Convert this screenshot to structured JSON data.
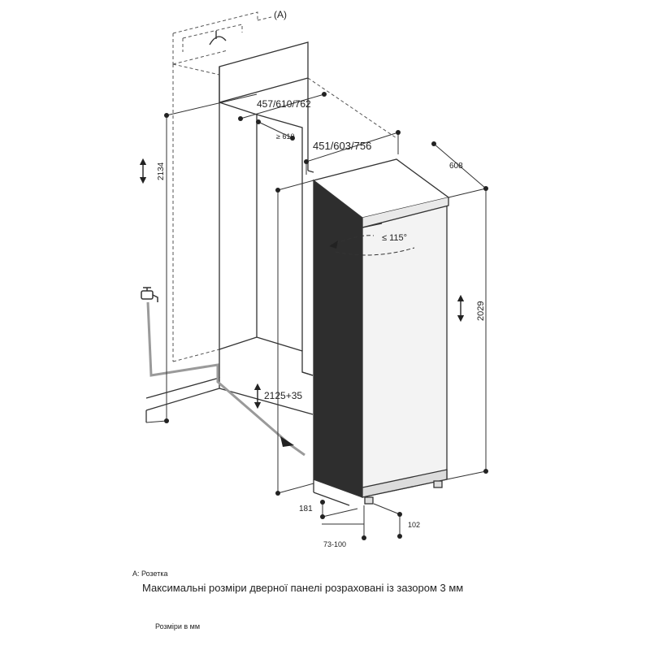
{
  "labels": {
    "socket_marker": "(A)",
    "angle": "≤ 115°"
  },
  "dimensions": {
    "niche_depth": "457/610/762",
    "min_depth": "≥ 610",
    "width": "451/603/756",
    "depth": "608",
    "niche_height": "2134",
    "height": "2029",
    "height_adj": "2125+35",
    "plinth_depth": "181",
    "plinth_height": "73-100",
    "plinth_setback": "102"
  },
  "notes": {
    "legend": "A: Розетка",
    "panel_note": "Максимальні розміри дверної панелі розраховані із зазором 3 мм",
    "units": "Розміри в мм"
  },
  "colors": {
    "appliance_side": "#2e2e2e",
    "appliance_front": "#f3f3f3",
    "line": "#333333",
    "pipe": "#9a9a9a"
  }
}
